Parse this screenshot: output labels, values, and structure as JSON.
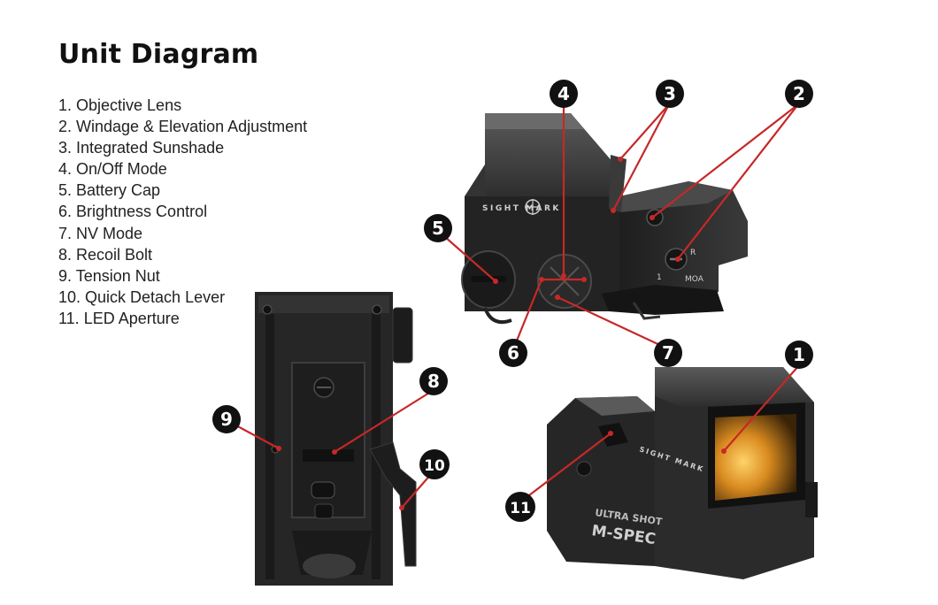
{
  "title": "Unit Diagram",
  "legend": [
    "1. Objective Lens",
    "2. Windage & Elevation Adjustment",
    "3. Integrated Sunshade",
    "4. On/Off Mode",
    "5. Battery Cap",
    "6. Brightness Control",
    "7. NV Mode",
    "8. Recoil Bolt",
    "9. Tension Nut",
    "10. Quick Detach Lever",
    "11. LED Aperture"
  ],
  "callouts": [
    "1",
    "2",
    "3",
    "4",
    "5",
    "6",
    "7",
    "8",
    "9",
    "10",
    "11"
  ],
  "brand_text": "SIGHT  MARK",
  "model_line1": "ULTRA SHOT",
  "model_line2": "M-SPEC",
  "dial_marks": {
    "r": "R",
    "one": "1",
    "moa": "MOA"
  },
  "colors": {
    "leader": "#c62828",
    "callout_fill": "#111111",
    "body": "#2a2a2a",
    "lens": "#e0a030"
  }
}
